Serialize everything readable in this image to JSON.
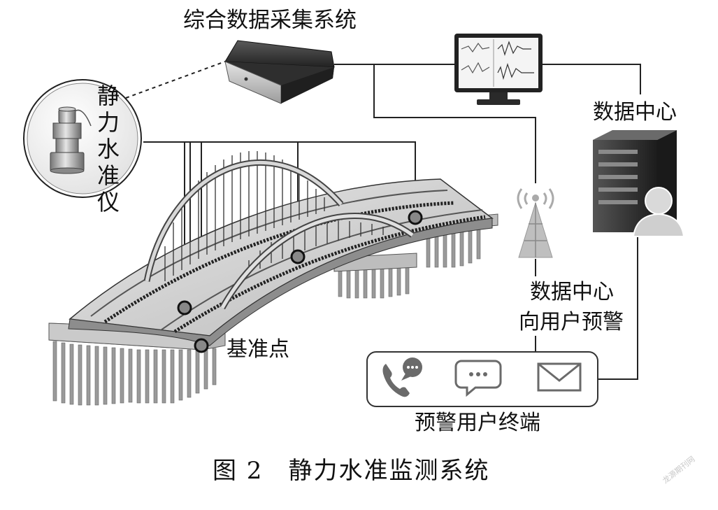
{
  "labels": {
    "acquisition_system": "综合数据采集系统",
    "data_center": "数据中心",
    "sensor": "静力水准仪",
    "reference_point": "基准点",
    "notify_line1": "数据中心",
    "notify_line2": "向用户预警",
    "terminal": "预警用户终端"
  },
  "caption": "图 2　静力水准监测系统",
  "watermark": "龙源期刊网",
  "icons": {
    "acquisition": "acquisition-box-icon",
    "monitor": "monitor-icon",
    "server": "server-icon",
    "user": "user-icon",
    "tower": "radio-tower-icon",
    "phone": "phone-call-icon",
    "message": "chat-bubble-icon",
    "mail": "mail-icon",
    "sensor": "level-sensor-icon",
    "bridge": "arch-bridge"
  },
  "colors": {
    "line": "#222222",
    "device_dark": "#3a3a3a",
    "device_light": "#bdbdbd",
    "deck": "#cfcfcf",
    "terminal_icon": "#6a6a6a"
  }
}
